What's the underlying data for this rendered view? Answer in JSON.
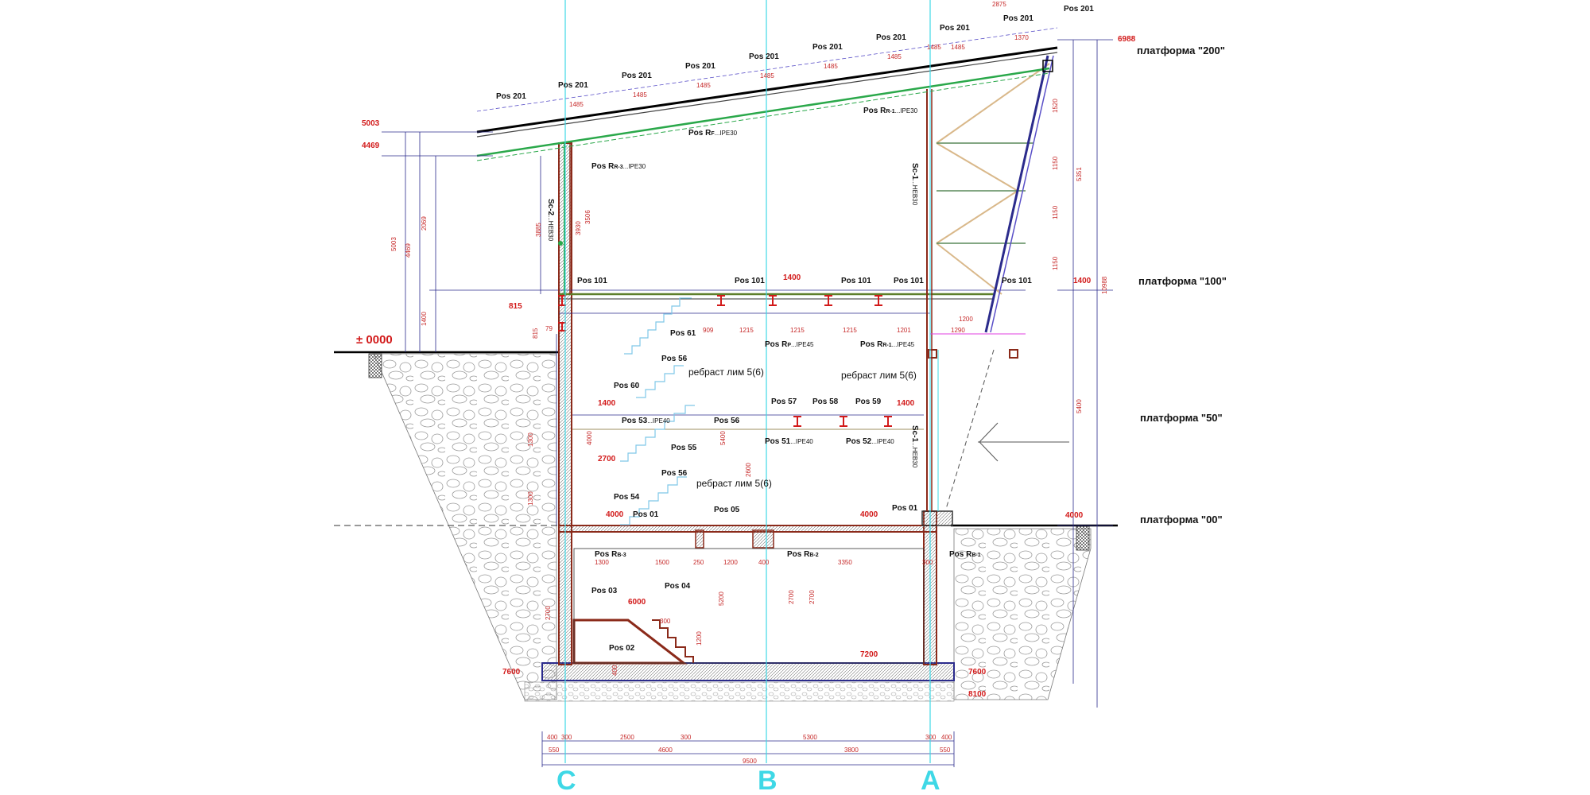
{
  "platforms": [
    {
      "label": "платформа \"200\"",
      "elev": "6988"
    },
    {
      "label": "платформа \"100\"",
      "elev": "1400"
    },
    {
      "label": "платформа \"50\"",
      "elev": ""
    },
    {
      "label": "платформа \"00\"",
      "elev": "4000"
    }
  ],
  "axes": [
    "C",
    "B",
    "A"
  ],
  "zero_label": "0000",
  "elevations": {
    "e5003": "5003",
    "e4469": "4469",
    "e815": "815",
    "e1400a": "1400",
    "e1400b": "1400",
    "e1400c": "1400",
    "e2700": "2700",
    "e4000a": "4000",
    "e4000b": "4000",
    "e6000": "6000",
    "e7200": "7200",
    "e7600a": "7600",
    "e7600b": "7600",
    "e8100": "8100"
  },
  "roof_labels": [
    "Pos 201",
    "Pos 201",
    "Pos 201",
    "Pos 201",
    "Pos 201",
    "Pos 201",
    "Pos 201",
    "Pos 201",
    "Pos 201",
    "Pos 201"
  ],
  "roof_dims": [
    "1485",
    "1485",
    "1485",
    "1485",
    "1485",
    "1485",
    "1485",
    "1485",
    "1370",
    "2875"
  ],
  "beam_labels": {
    "rr3": "Pos R",
    "rr3_sub": "R-3",
    "rr3_prof": "...IPE30",
    "rr1": "Pos R",
    "rr1_sub": "R-1",
    "rr1_prof": "...IPE30",
    "rf": "Pos R",
    "rf_sub": "F",
    "rf_prof": "...IPE30",
    "sc1": "Sc-1",
    "sc1_prof": "...HEB30",
    "sc2": "Sc-2",
    "sc2_prof": "...HEB30",
    "sc1b": "Sc-1",
    "sc1b_prof": "...HEB30"
  },
  "floor100_labels": [
    "Pos 101",
    "Pos 101",
    "Pos 101",
    "Pos 101",
    "Pos 101"
  ],
  "floor100_dims": [
    "1215",
    "1215",
    "1215",
    "1201",
    "909",
    "1290",
    "1200"
  ],
  "stair_labels": {
    "p61": "Pos 61",
    "p56a": "Pos 56",
    "p60": "Pos 60",
    "p53": "Pos 53",
    "p53_prof": "...IPE40",
    "p56b": "Pos 56",
    "p55": "Pos 55",
    "p56c": "Pos 56",
    "p54": "Pos 54",
    "p57": "Pos 57",
    "p58": "Pos 58",
    "p59": "Pos 59",
    "p51": "Pos 51",
    "p51_prof": "...IPE40",
    "p52": "Pos 52",
    "p52_prof": "...IPE40",
    "rp": "Pos R",
    "rp_sub": "P",
    "rp_prof": "...IPE45",
    "rr1b": "Pos R",
    "rr1b_sub": "R-1",
    "rr1b_prof": "...IPE45"
  },
  "notes": [
    "ребраст лим 5(6)",
    "ребраст лим 5(6)",
    "ребраст лим 5(6)"
  ],
  "basement_labels": {
    "p01a": "Pos 01",
    "p01b": "Pos 01",
    "p05": "Pos 05",
    "rb3": "Pos R",
    "rb3_sub": "B-3",
    "rb2": "Pos R",
    "rb2_sub": "B-2",
    "rb1": "Pos R",
    "rb1_sub": "B-1",
    "p03": "Pos 03",
    "p04": "Pos 04",
    "p02": "Pos 02"
  },
  "bottom_dims": {
    "row1": [
      "400",
      "300",
      "2500",
      "300",
      "5300",
      "300",
      "400"
    ],
    "row2": [
      "550",
      "4600",
      "3800",
      "550"
    ],
    "total": "9500"
  },
  "basement_dims": [
    "1300",
    "1500",
    "250",
    "1200",
    "400",
    "3350",
    "300",
    "2700",
    "2700",
    "1200",
    "300",
    "400",
    "5200"
  ],
  "vertical_dims": [
    "5003",
    "4469",
    "2069",
    "1400",
    "3885",
    "3930",
    "3506",
    "815",
    "79",
    "1520",
    "1150",
    "1150",
    "1150",
    "5351",
    "10988",
    "5400",
    "5400",
    "2700",
    "2600",
    "4000",
    "1300",
    "1300"
  ]
}
